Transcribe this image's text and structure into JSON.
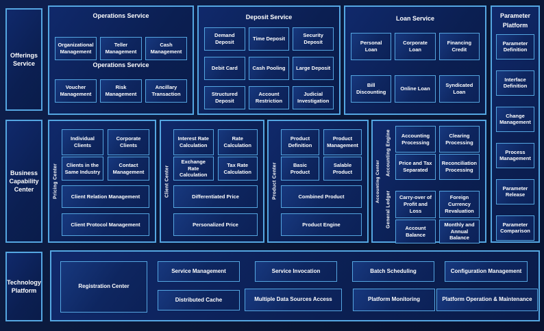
{
  "colors": {
    "page_bg": "#0a1838",
    "panel_border": "#55a7e2",
    "panel_fill": "#0f2a66",
    "cell_fill": "#133073",
    "text": "#ffffff"
  },
  "left_rail": {
    "offerings": "Offerings Service",
    "business_capability": "Business Capability Center",
    "technology": "Technology Platform"
  },
  "operations_service": {
    "title": "Operations Service",
    "subtitle": "Operations Service",
    "items": [
      "Organizational Management",
      "Teller Management",
      "Cash Management",
      "Voucher Management",
      "Risk Management",
      "Ancillary Transaction"
    ]
  },
  "deposit_service": {
    "title": "Deposit Service",
    "items": [
      "Demand Deposit",
      "Time Deposit",
      "Security Deposit",
      "Debit Card",
      "Cash Pooling",
      "Large Deposit",
      "Structured Deposit",
      "Account Restriction",
      "Judicial Investigation"
    ]
  },
  "loan_service": {
    "title": "Loan Service",
    "items": [
      "Personal Loan",
      "Corporate Loan",
      "Financing Credit",
      "Bill Discounting",
      "Online Loan",
      "Syndicated Loan"
    ]
  },
  "parameter_platform": {
    "title": "Parameter Platform",
    "items": [
      "Parameter Definition",
      "Interface Definition",
      "Change Management",
      "Process Management",
      "Parameter Release",
      "Parameter Comparison"
    ]
  },
  "pricing_center": {
    "label": "Pricing Center",
    "items": [
      "Individual Clients",
      "Corporate Clients",
      "Clients in the Same Industry",
      "Contact Management",
      "Client Relation Management",
      "Client Protocol Management"
    ]
  },
  "client_center": {
    "label": "Client Center",
    "items": [
      "Interest Rate Calculation",
      "Rate Calculation",
      "Exchange Rate Calculation",
      "Tax Rate Calculation",
      "Differentiated Price",
      "Personalized Price"
    ]
  },
  "product_center": {
    "label": "Product Center",
    "items": [
      "Product Definition",
      "Product Management",
      "Basic Product",
      "Salable Product",
      "Combined Product",
      "Product Engine"
    ]
  },
  "accounting_center": {
    "label": "Accounting Center",
    "engine_label": "Accounting Engine",
    "ledger_label": "General Ledger",
    "engine_items": [
      "Accounting Processing",
      "Clearing Processing",
      "Price and Tax Separated",
      "Reconciliation Processing"
    ],
    "ledger_items": [
      "Carry-over of Profit and Loss",
      "Foreign Currency Revaluation",
      "Account Balance",
      "Monthly and Annual Balance"
    ]
  },
  "technology_platform": {
    "registration": "Registration Center",
    "top_row": [
      "Service Management",
      "Service Invocation",
      "Batch Scheduling",
      "Configuration Management"
    ],
    "bottom_row": [
      "Distributed Cache",
      "Multiple Data Sources Access",
      "Platform Monitoring",
      "Platform Operation & Maintenance"
    ]
  }
}
